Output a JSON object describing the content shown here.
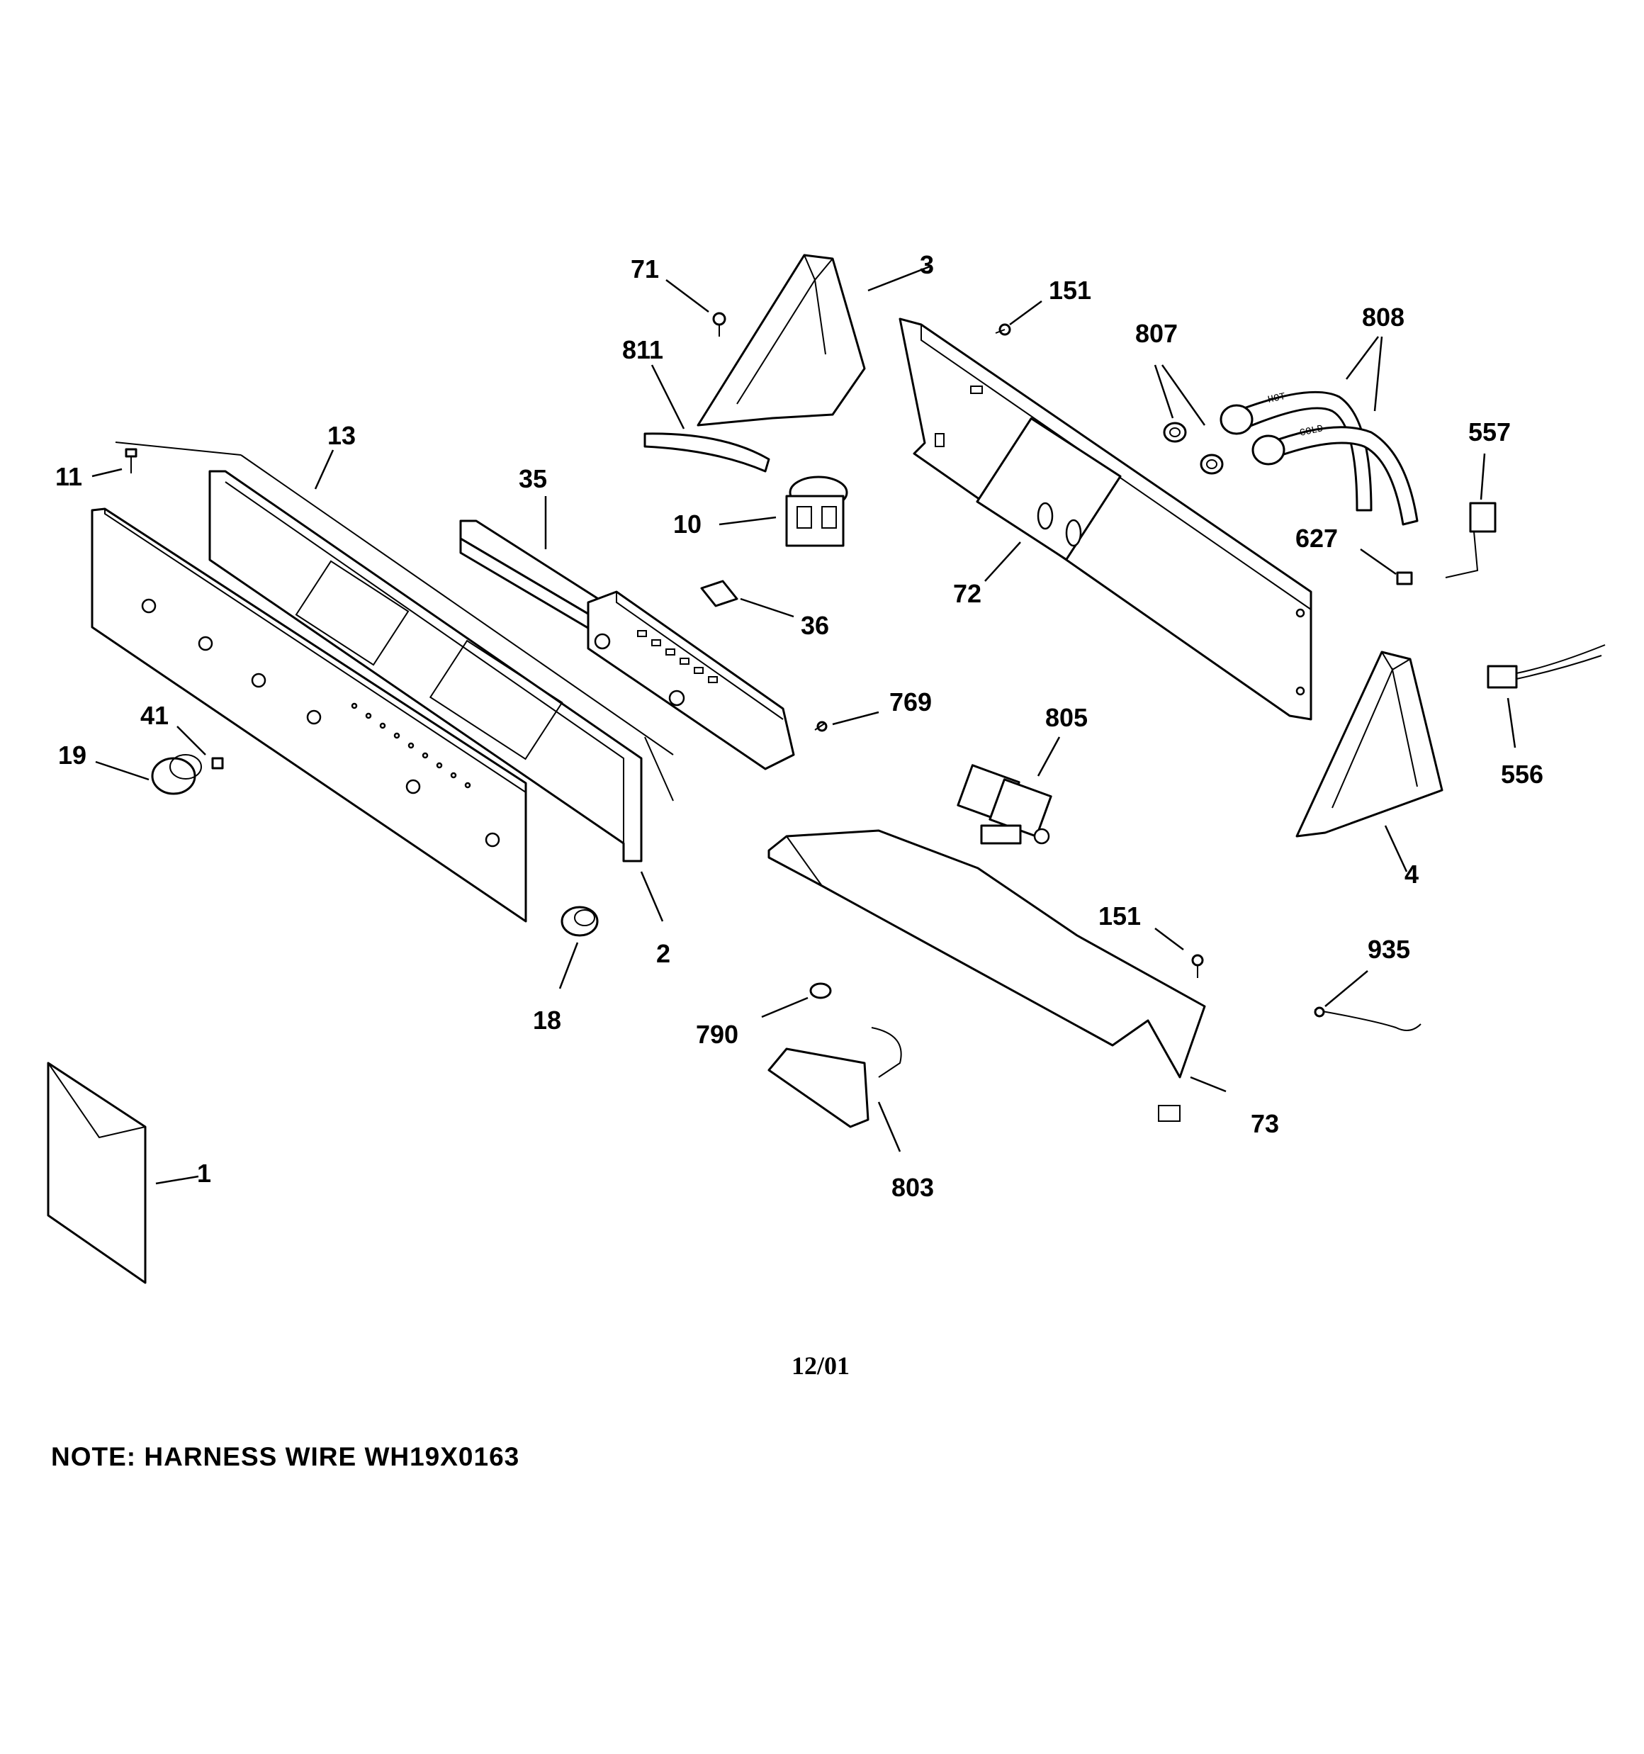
{
  "diagram": {
    "callouts": [
      {
        "id": "c1",
        "label": "1"
      },
      {
        "id": "c2",
        "label": "2"
      },
      {
        "id": "c3",
        "label": "3"
      },
      {
        "id": "c4",
        "label": "4"
      },
      {
        "id": "c10",
        "label": "10"
      },
      {
        "id": "c11",
        "label": "11"
      },
      {
        "id": "c13",
        "label": "13"
      },
      {
        "id": "c18",
        "label": "18"
      },
      {
        "id": "c19",
        "label": "19"
      },
      {
        "id": "c35",
        "label": "35"
      },
      {
        "id": "c36",
        "label": "36"
      },
      {
        "id": "c41",
        "label": "41"
      },
      {
        "id": "c71",
        "label": "71"
      },
      {
        "id": "c72",
        "label": "72"
      },
      {
        "id": "c73",
        "label": "73"
      },
      {
        "id": "c151a",
        "label": "151"
      },
      {
        "id": "c151b",
        "label": "151"
      },
      {
        "id": "c556",
        "label": "556"
      },
      {
        "id": "c557",
        "label": "557"
      },
      {
        "id": "c627",
        "label": "627"
      },
      {
        "id": "c769",
        "label": "769"
      },
      {
        "id": "c790",
        "label": "790"
      },
      {
        "id": "c803",
        "label": "803"
      },
      {
        "id": "c805",
        "label": "805"
      },
      {
        "id": "c807",
        "label": "807"
      },
      {
        "id": "c808",
        "label": "808"
      },
      {
        "id": "c811",
        "label": "811"
      },
      {
        "id": "c935",
        "label": "935"
      }
    ],
    "hose_labels": {
      "hot": "HOT",
      "cold": "COLD"
    }
  },
  "date": "12/01",
  "note": "NOTE: HARNESS WIRE WH19X0163"
}
